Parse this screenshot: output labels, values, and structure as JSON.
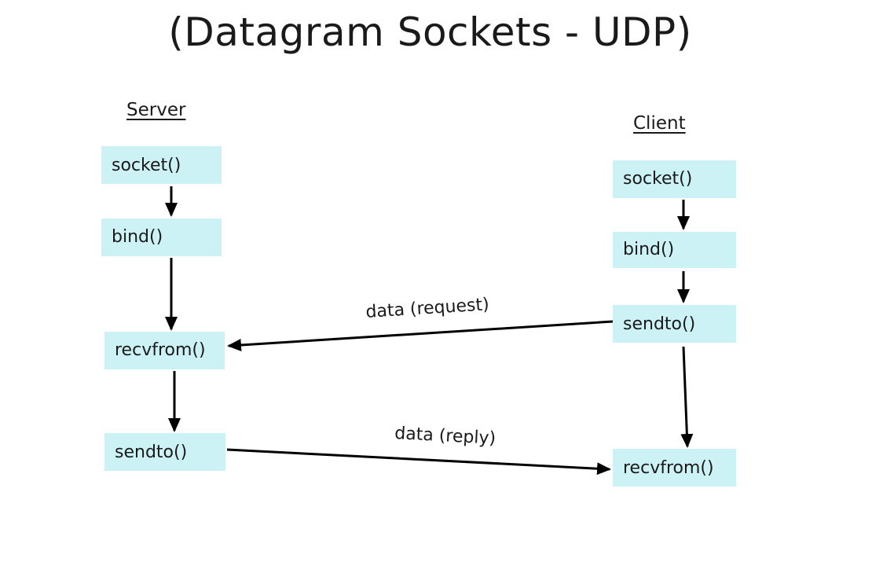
{
  "title": "(Datagram Sockets - UDP)",
  "server": {
    "heading": "Server",
    "steps": [
      "socket()",
      "bind()",
      "recvfrom()",
      "sendto()"
    ]
  },
  "client": {
    "heading": "Client",
    "steps": [
      "socket()",
      "bind()",
      "sendto()",
      "recvfrom()"
    ]
  },
  "messages": {
    "request": "data (request)",
    "reply": "data (reply)"
  }
}
